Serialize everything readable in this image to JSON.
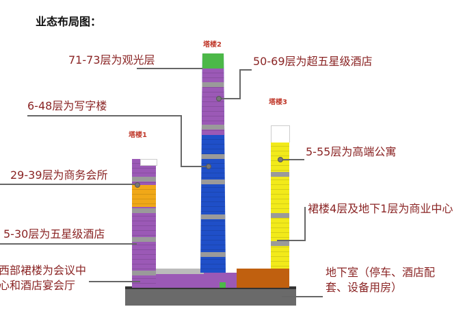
{
  "title": "业态布局图：",
  "towers": {
    "t1": "塔楼1",
    "t2": "塔楼2",
    "t3": "塔楼3"
  },
  "labels": {
    "observation": "71-73层为观光层",
    "super_hotel": "50-69层为超五星级酒店",
    "office": "6-48层为写字楼",
    "apartment": "5-55层为高端公寓",
    "club": "29-39层为商务会所",
    "commercial": "裙楼4层及地下1层为商业中心",
    "hotel": "5-30层为五星级酒店",
    "conference_1": "西部裙楼为会议中",
    "conference_2": "心和酒店宴会厅",
    "basement_1": "地下室（停车、酒店配",
    "basement_2": "套、设备用房）"
  },
  "colors": {
    "label": "#8a2424",
    "purple": "#9b59b6",
    "blue": "#1f4fc8",
    "yellow": "#f2ea1a",
    "orange": "#f0a818",
    "green": "#4cb848",
    "brown": "#c0600f"
  }
}
